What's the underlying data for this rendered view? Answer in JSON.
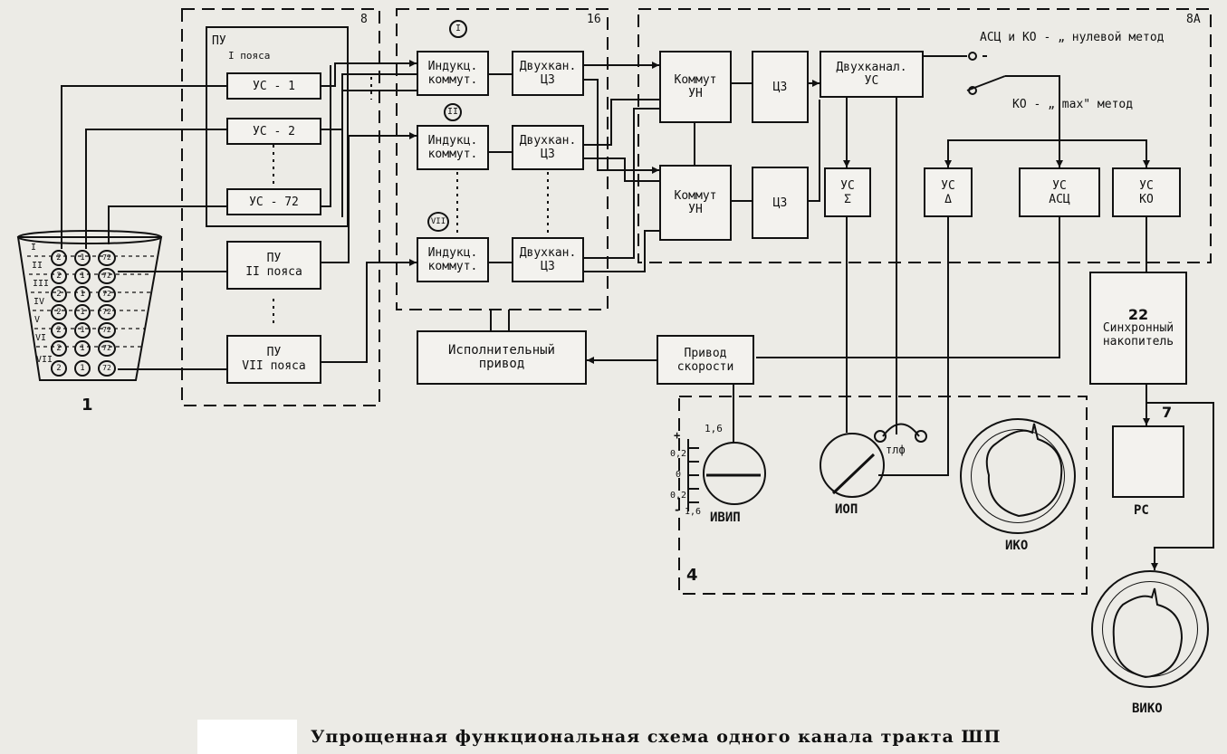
{
  "caption": "Упрощенная функциональная схема одного канала тракта ШП",
  "numbers": {
    "antenna": "1",
    "rack_b": "8",
    "rack_16": "16",
    "rack_8a": "8А",
    "indicator": "4",
    "recorder": "7",
    "sync": "22"
  },
  "antenna": {
    "belts": [
      "I",
      "II",
      "III",
      "IV",
      "V",
      "VI",
      "VII"
    ],
    "rows": [
      [
        "2",
        "1",
        "72"
      ],
      [
        "2",
        "1",
        "72"
      ],
      [
        "2",
        "1",
        "72"
      ],
      [
        "2",
        "1",
        "72"
      ],
      [
        "2",
        "1",
        "72"
      ],
      [
        "2",
        "1",
        "72"
      ],
      [
        "2",
        "1",
        "72"
      ]
    ]
  },
  "pu": {
    "title": "ПУ",
    "subtitle": "I пояса",
    "us1": "УС - 1",
    "us2": "УС - 2",
    "us72": "УС - 72",
    "pu2_line1": "ПУ",
    "pu2_line2": "II пояса",
    "pu7_line1": "ПУ",
    "pu7_line2": "VII пояса"
  },
  "markers": {
    "m1": "I",
    "m2": "II",
    "m7": "VII"
  },
  "ind": {
    "line1": "Индукц.",
    "line2": "коммут."
  },
  "dual": {
    "line1": "Двухкан.",
    "line2": "ЦЗ"
  },
  "komm": {
    "line1": "Коммут",
    "line2": "УН"
  },
  "cz": "ЦЗ",
  "us_dual": {
    "line1": "Двухканал.",
    "line2": "УС"
  },
  "us_sum": {
    "line1": "УС",
    "line2": "Σ"
  },
  "us_delta": {
    "line1": "УС",
    "line2": "Δ"
  },
  "us_asc": {
    "line1": "УС",
    "line2": "АСЦ"
  },
  "us_ko": {
    "line1": "УС",
    "line2": "КО"
  },
  "switch": {
    "null_method": "АСЦ и КО - „ нулевой метод",
    "max_method": "КО - „ max\" метод"
  },
  "actuator": {
    "line1": "Исполнительный",
    "line2": "привод"
  },
  "speed": {
    "line1": "Привод",
    "line2": "скорости"
  },
  "sync": {
    "line1": "Синхронный",
    "line2": "накопитель"
  },
  "gauge": {
    "scale": [
      "+",
      "1,6",
      "0,2",
      "0",
      "0,2",
      "1,6",
      "-"
    ],
    "label": "ИВИП"
  },
  "iop": "ИОП",
  "tlf": "тлф",
  "iko": "ИКО",
  "viko": "ВИКО",
  "rs": "РС"
}
